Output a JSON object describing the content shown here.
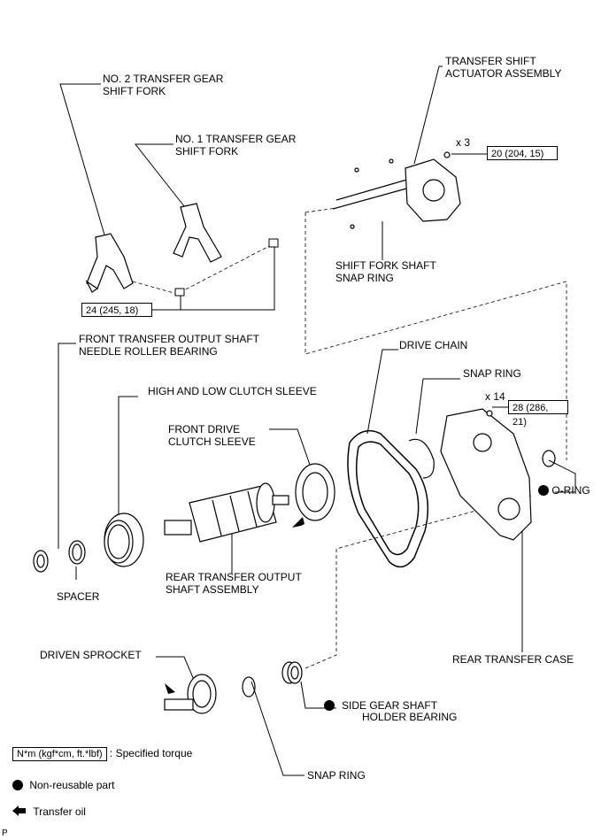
{
  "labels": {
    "no2_fork_1": "NO. 2 TRANSFER GEAR",
    "no2_fork_2": "SHIFT FORK",
    "no1_fork_1": "NO. 1 TRANSFER GEAR",
    "no1_fork_2": "SHIFT FORK",
    "actuator_1": "TRANSFER SHIFT",
    "actuator_2": "ACTUATOR ASSEMBLY",
    "snap_shaft_1": "SHIFT FORK SHAFT",
    "snap_shaft_2": "SNAP RING",
    "needle_1": "FRONT TRANSFER OUTPUT SHAFT",
    "needle_2": "NEEDLE ROLLER BEARING",
    "drive_chain": "DRIVE CHAIN",
    "high_low": "HIGH AND LOW CLUTCH SLEEVE",
    "snap_ring_top": "SNAP RING",
    "front_drive_1": "FRONT DRIVE",
    "front_drive_2": "CLUTCH SLEEVE",
    "o_ring": "O-RING",
    "spacer": "SPACER",
    "rear_output_1": "REAR TRANSFER OUTPUT",
    "rear_output_2": "SHAFT ASSEMBLY",
    "rear_case": "REAR TRANSFER CASE",
    "driven_sprocket": "DRIVEN SPROCKET",
    "side_gear_1": "SIDE GEAR SHAFT",
    "side_gear_2": "HOLDER BEARING",
    "snap_ring_bottom": "SNAP RING"
  },
  "torques": {
    "actuator": "20 (204, 15)",
    "forks": "24 (245, 18)",
    "case": "28 (286, 21)"
  },
  "quantities": {
    "actuator": "x 3",
    "case": "x 14"
  },
  "legend": {
    "torque_box": "N*m (kgf*cm, ft.*lbf)",
    "torque_text": ": Specified torque",
    "non_reusable": "Non-reusable part",
    "transfer_oil": "Transfer oil"
  },
  "corner_mark": "P",
  "icons": [
    "non-reusable-dot-icon",
    "transfer-oil-arrow-icon"
  ]
}
